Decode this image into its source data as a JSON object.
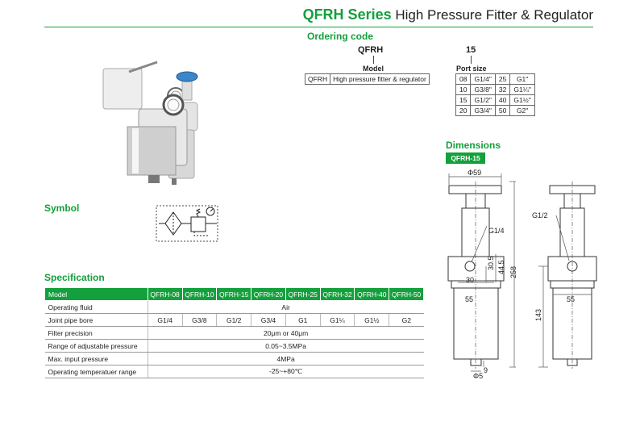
{
  "header": {
    "series": "QFRH Series",
    "title_rest": " High Pressure Fitter & Regulator"
  },
  "ordering": {
    "heading": "Ordering code",
    "code_model": "QFRH",
    "code_port": "15",
    "model_label": "Model",
    "port_label": "Port size",
    "model_row": [
      "QFRH",
      "High pressure fitter & regulator"
    ],
    "port_rows": [
      [
        "08",
        "G1/4\"",
        "25",
        "G1\""
      ],
      [
        "10",
        "G3/8\"",
        "32",
        "G1¼\""
      ],
      [
        "15",
        "G1/2\"",
        "40",
        "G1½\""
      ],
      [
        "20",
        "G3/4\"",
        "50",
        "G2\""
      ]
    ]
  },
  "symbol": {
    "heading": "Symbol"
  },
  "dimensions": {
    "heading": "Dimensions",
    "badge": "QFRH-15",
    "labels": {
      "phi59": "Φ59",
      "g14": "G1/4",
      "d30": "30",
      "d30_5": "30.5",
      "d44_5": "44.5",
      "d258": "258",
      "d55a": "55",
      "d55b": "55",
      "d9": "9",
      "phi5": "Φ5",
      "g12": "G1/2",
      "d143": "143"
    }
  },
  "spec": {
    "heading": "Specification",
    "columns": [
      "Model",
      "QFRH-08",
      "QFRH-10",
      "QFRH-15",
      "QFRH-20",
      "QFRH-25",
      "QFRH-32",
      "QFRH-40",
      "QFRH-50"
    ],
    "operating_fluid": {
      "label": "Operating fluid",
      "value": "Air"
    },
    "joint_pipe_bore": {
      "label": "Joint pipe bore",
      "values": [
        "G1/4",
        "G3/8",
        "G1/2",
        "G3/4",
        "G1",
        "G1¼",
        "G1½",
        "G2"
      ]
    },
    "filter_precision": {
      "label": "Filter precision",
      "value": "20μm or 40μm"
    },
    "pressure_range": {
      "label": "Range of adjustable pressure",
      "value": "0.05~3.5MPa"
    },
    "max_input": {
      "label": "Max. input pressure",
      "value": "4MPa"
    },
    "temp_range": {
      "label": "Operating temperatuer range",
      "value": "-25~+80℃"
    }
  },
  "colors": {
    "accent": "#14a03c"
  }
}
